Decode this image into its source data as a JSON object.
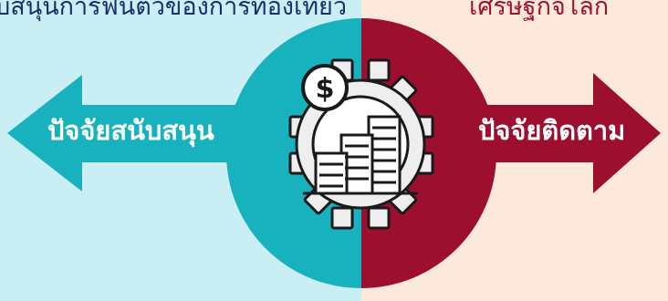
{
  "header": {
    "left_title": "ปัจจัยสนับสนุนการฟื้นตัวของการท่องเที่ยว",
    "right_title": "เศรษฐกิจโลก"
  },
  "arrows": {
    "left_label": "ปัจจัยสนับสนุน",
    "right_label": "ปัจจัยติดตาม"
  },
  "icon": {
    "name": "economy-gear-buildings-dollar-icon",
    "symbol": "$"
  },
  "colors": {
    "teal": "#17b2bd",
    "maroon": "#9c0f2f",
    "light_teal_bg": "#c9eef3",
    "peach_bg": "#fde9dc",
    "navy_text": "#1d2f6a",
    "red_text": "#a1122d"
  }
}
